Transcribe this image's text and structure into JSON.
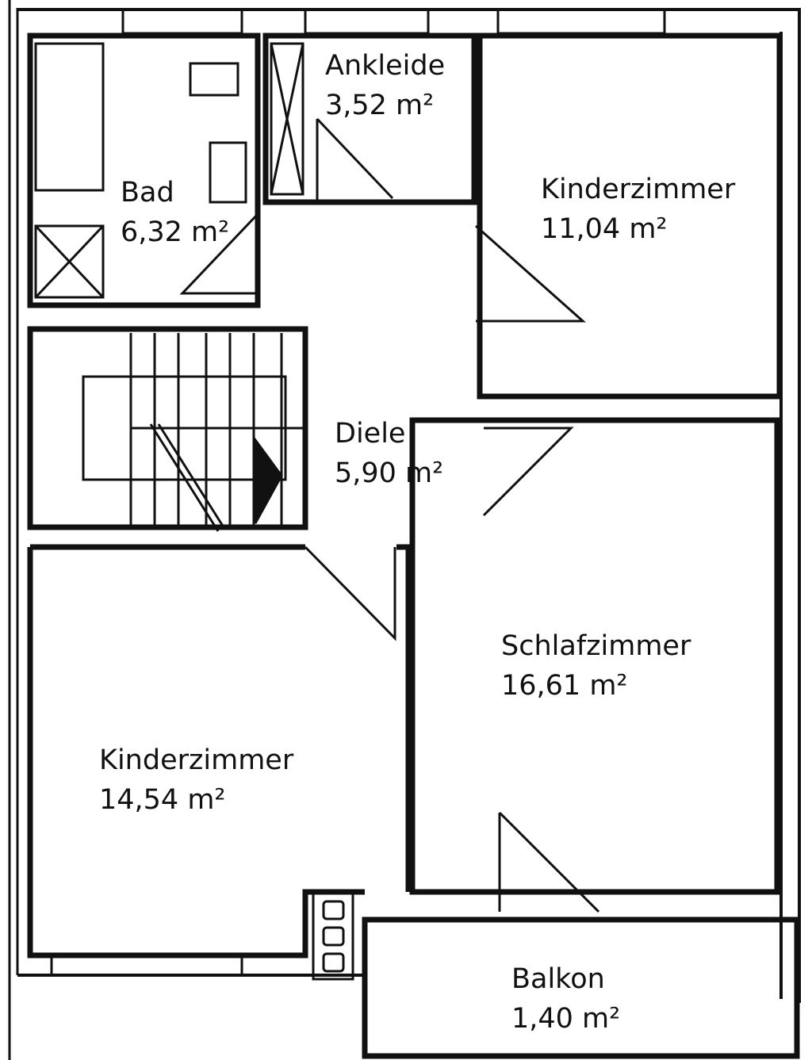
{
  "plan": {
    "rooms": [
      {
        "id": "ankleide",
        "name": "Ankleide",
        "area": "3,52 m²"
      },
      {
        "id": "bad",
        "name": "Bad",
        "area": "6,32 m²"
      },
      {
        "id": "kinderzimmer-1",
        "name": "Kinderzimmer",
        "area": "11,04 m²"
      },
      {
        "id": "diele",
        "name": "Diele",
        "area": "5,90 m²"
      },
      {
        "id": "schlafzimmer",
        "name": "Schlafzimmer",
        "area": "16,61 m²"
      },
      {
        "id": "kinderzimmer-2",
        "name": "Kinderzimmer",
        "area": "14,54 m²"
      },
      {
        "id": "balkon",
        "name": "Balkon",
        "area": "1,40 m²"
      }
    ],
    "colors": {
      "line": "#111111",
      "background": "#ffffff"
    }
  }
}
